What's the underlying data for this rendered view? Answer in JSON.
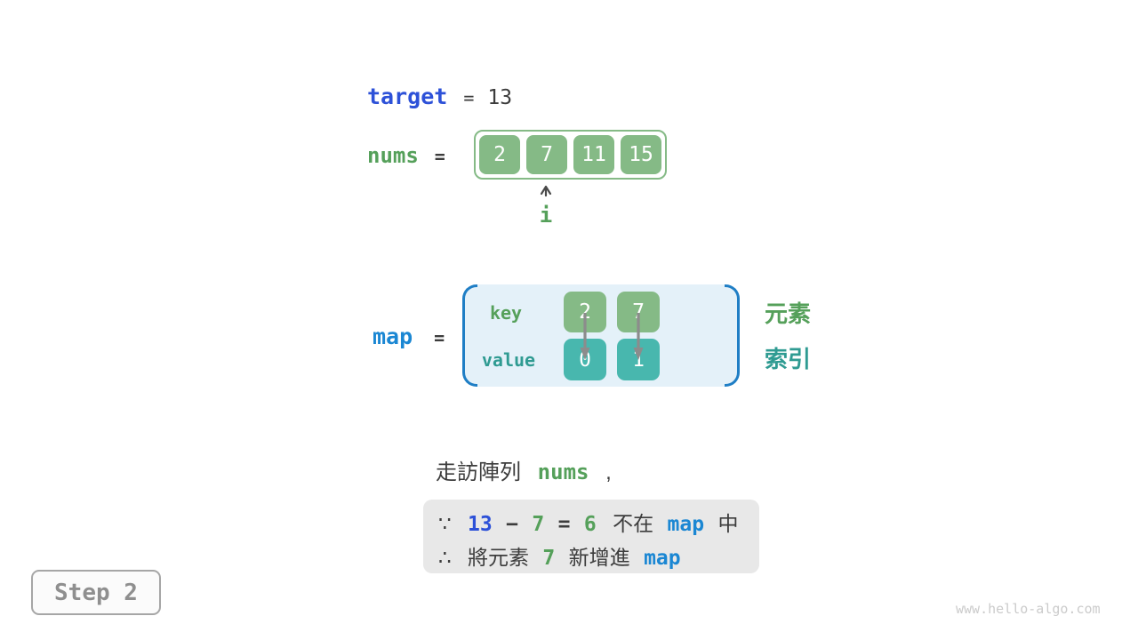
{
  "colors": {
    "indigo_blue": "#2d51d8",
    "bright_blue": "#1b87d3",
    "bracket_blue": "#1f7ec5",
    "green_text": "#55a05a",
    "green_cell": "#85ba86",
    "teal_cell": "#48b7ae",
    "teal_text": "#2f9b92",
    "dark_text": "#3c3c3c",
    "arrow_gray": "#8c8c8c",
    "note_background": "#e8e8e8",
    "map_background": "#e4f1f9",
    "step_text": "#8f8f8f",
    "watermark_gray": "#cbcbcb",
    "cell_text": "#ffffff"
  },
  "target_row": {
    "label": "target",
    "equals": "=",
    "value": "13"
  },
  "nums_row": {
    "label": "nums",
    "equals": "=",
    "cells": [
      "2",
      "7",
      "11",
      "15"
    ],
    "pointer": "i"
  },
  "map_row": {
    "label": "map",
    "equals": "=",
    "key_label": "key",
    "value_label": "value",
    "keys": [
      "2",
      "7"
    ],
    "values": [
      "0",
      "1"
    ],
    "element_label": "元素",
    "index_label": "索引"
  },
  "caption": {
    "prefix": "走訪陣列",
    "code": "nums",
    "comma": ","
  },
  "note_box": {
    "line1": {
      "symbol": "∵",
      "minuend": "13",
      "minus": "−",
      "subtrahend": "7",
      "equals": "=",
      "difference": "6",
      "not_in": "不在",
      "map": "map",
      "suffix": "中"
    },
    "line2": {
      "symbol": "∴",
      "text_before": "將元素",
      "number": "7",
      "text_after": "新增進",
      "map": "map"
    }
  },
  "step_badge": {
    "label": "Step 2"
  },
  "watermark": {
    "text": "www.hello-algo.com"
  }
}
